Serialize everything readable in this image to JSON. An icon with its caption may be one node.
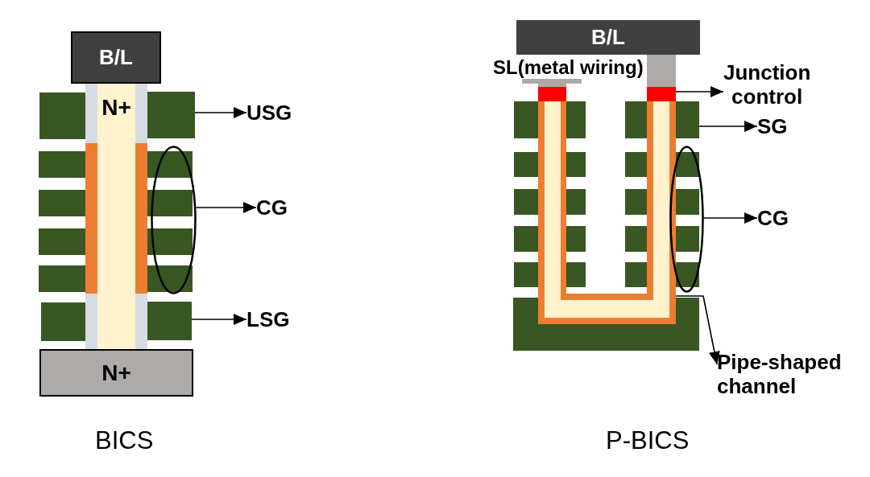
{
  "diagram": {
    "nodes": [
      {
        "text": [
          "B/L"
        ]
      },
      {
        "text": [
          "N+"
        ]
      },
      {
        "text": [],
        "shape": "box"
      },
      {
        "text": [
          "USG"
        ]
      },
      {
        "text": [],
        "shape": "ellipse"
      },
      {
        "text": [
          "CG"
        ]
      },
      {
        "text": [],
        "shape": "box"
      },
      {
        "text": [
          "LSG"
        ]
      },
      {
        "text": [
          "N+"
        ]
      },
      {
        "text": [
          "B/L"
        ]
      },
      {
        "text": [],
        "shape": "box"
      },
      {
        "text": [
          "Junction control"
        ]
      },
      {
        "text": [],
        "shape": "box"
      },
      {
        "text": [
          "SG"
        ]
      },
      {
        "text": [],
        "shape": "ellipse"
      },
      {
        "text": [
          "CG"
        ]
      },
      {
        "text": [],
        "shape": "tube"
      },
      {
        "text": [],
        "shape": "box"
      },
      {
        "text": [
          "Pipe-shaped channel"
        ]
      }
    ],
    "edges": [
      {
        "from": 2,
        "to": 3,
        "arrow": "to"
      },
      {
        "from": 4,
        "to": 5,
        "arrow": "to"
      },
      {
        "from": 6,
        "to": 7,
        "arrow": "to"
      },
      {
        "from": 10,
        "to": 11,
        "arrow": "to"
      },
      {
        "from": 12,
        "to": 13,
        "arrow": "to"
      },
      {
        "from": 14,
        "to": 15,
        "arrow": "to"
      },
      {
        "from": 16,
        "to": 18,
        "arrow": "to"
      }
    ],
    "labels": [
      "SL(metal wiring)",
      "BICS",
      "P-BICS"
    ]
  }
}
